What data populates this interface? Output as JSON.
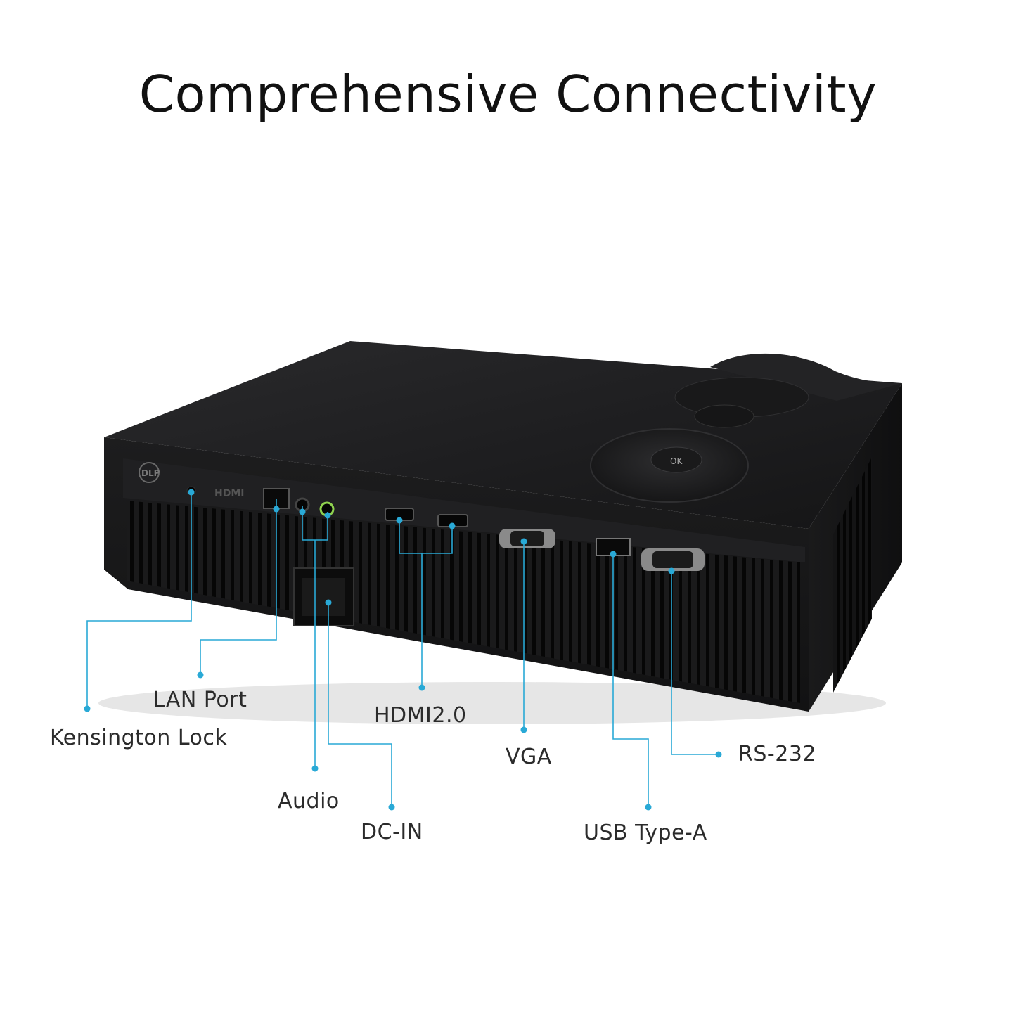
{
  "title": "Comprehensive Connectivity",
  "accent_color": "#29a9d6",
  "body_color": "#1c1c1d",
  "labels": {
    "kensington": "Kensington Lock",
    "lan": "LAN Port",
    "audio": "Audio",
    "dcin": "DC-IN",
    "hdmi": "HDMI2.0",
    "vga": "VGA",
    "usb": "USB Type-A",
    "rs232": "RS-232"
  },
  "panel_marks": {
    "dlp": "DLP",
    "hdmi_logo": "HDMI",
    "ok": "OK"
  }
}
